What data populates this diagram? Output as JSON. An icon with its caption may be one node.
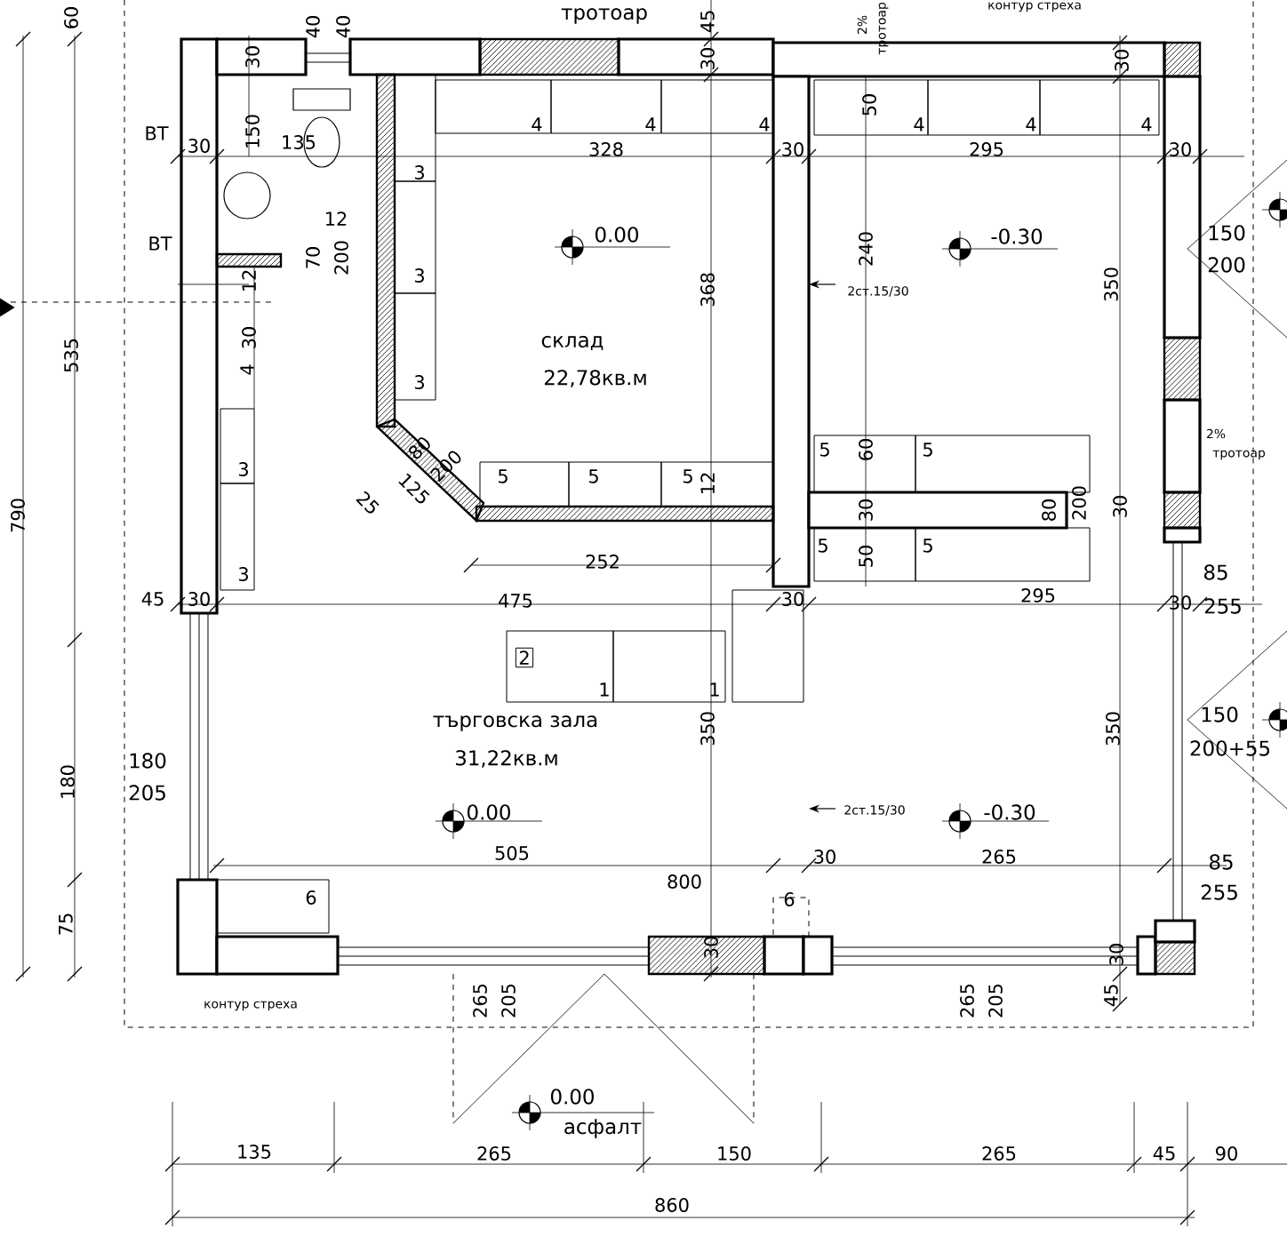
{
  "diagram": {
    "labels": [
      "60",
      "40",
      "40",
      "тротоар",
      "45",
      "2%",
      "тротоар",
      "контур стреха",
      "30",
      "30",
      "30",
      "ВТ",
      "30",
      "150",
      "135",
      "328",
      "4",
      "4",
      "4",
      "50",
      "4",
      "4",
      "4",
      "30",
      "295",
      "30",
      "3",
      "12",
      "ВТ",
      "0.00",
      "-0.30",
      "150",
      "70",
      "200",
      "240",
      "368",
      "350",
      "200",
      "12",
      "3",
      "2ст.15/30",
      "535",
      "30",
      "4",
      "склад",
      "3",
      "22,78кв.м",
      "80",
      "200",
      "5",
      "60",
      "5",
      "2%",
      "3",
      "5",
      "5",
      "5",
      "12",
      "тротоар",
      "25",
      "125",
      "790",
      "30",
      "80",
      "200",
      "30",
      "5",
      "50",
      "5",
      "252",
      "3",
      "85",
      "45",
      "30",
      "475",
      "30",
      "295",
      "30",
      "255",
      "2",
      "1",
      "1",
      "150",
      "търговска зала",
      "350",
      "350",
      "200+55",
      "180",
      "180",
      "31,22кв.м",
      "205",
      "2ст.15/30",
      "0.00",
      "-0.30",
      "505",
      "30",
      "265",
      "85",
      "6",
      "800",
      "6",
      "255",
      "75",
      "30",
      "30",
      "45",
      "265",
      "205",
      "265",
      "205",
      "контур стреха",
      "0.00",
      "асфалт",
      "135",
      "265",
      "150",
      "265",
      "45",
      "90",
      "860"
    ]
  }
}
